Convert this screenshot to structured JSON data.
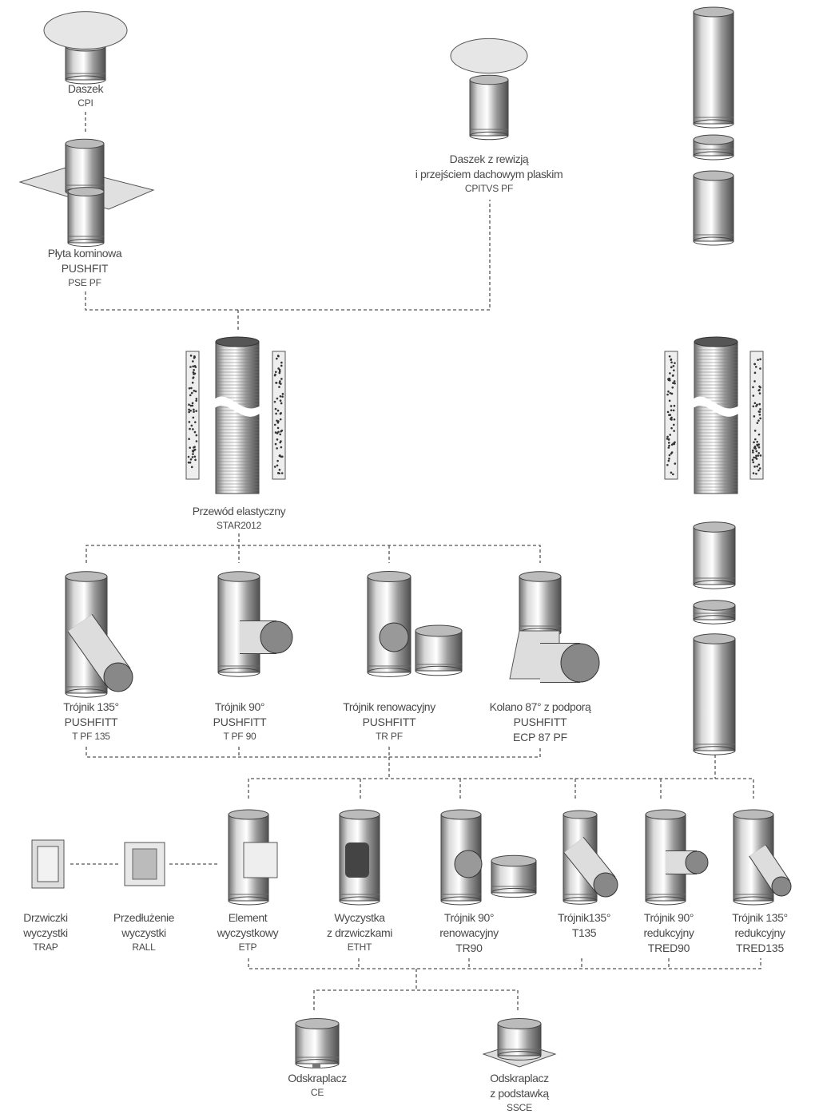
{
  "top": {
    "cpi": {
      "name": "Daszek",
      "code": "CPI"
    },
    "pse": {
      "name": "Płyta kominowa",
      "system": "PUSHFIT",
      "code": "PSE PF"
    },
    "cpitvs": {
      "line1": "Daszek z rewizją",
      "line2": "i przejściem dachowym plaskim",
      "code": "CPITVS PF"
    }
  },
  "flex": {
    "name": "Przewód elastyczny",
    "code": "STAR2012"
  },
  "tees": [
    {
      "name": "Trójnik 135°",
      "system": "PUSHFITT",
      "code": "T PF 135"
    },
    {
      "name": "Trójnik 90°",
      "system": "PUSHFITT",
      "code": "T PF 90"
    },
    {
      "name": "Trójnik renowacyjny",
      "system": "PUSHFITT",
      "code": "TR PF"
    },
    {
      "name": "Kolano 87° z podporą",
      "system": "PUSHFITT",
      "code": "ECP 87 PF"
    }
  ],
  "bottom": [
    {
      "line1": "Drzwiczki",
      "line2": "wyczystki",
      "code": "TRAP"
    },
    {
      "line1": "Przedłużenie",
      "line2": "wyczystki",
      "code": "RALL"
    },
    {
      "line1": "Element",
      "line2": "wyczystkowy",
      "code": "ETP"
    },
    {
      "line1": "Wyczystka",
      "line2": "z drzwiczkami",
      "code": "ETHT"
    },
    {
      "line1": "Trójnik 90°",
      "line2": "renowacyjny",
      "code": "TR90"
    },
    {
      "line1": "Trójnik135°",
      "line2": "T135",
      "code": ""
    },
    {
      "line1": "Trójnik 90°",
      "line2": "redukcyjny",
      "code": "TRED90"
    },
    {
      "line1": "Trójnik 135°",
      "line2": "redukcyjny",
      "code": "TRED135"
    }
  ],
  "condensate": [
    {
      "line1": "Odskraplacz",
      "line2": "",
      "code": "CE"
    },
    {
      "line1": "Odskraplacz",
      "line2": "z podstawką",
      "code": "SSCE"
    }
  ]
}
